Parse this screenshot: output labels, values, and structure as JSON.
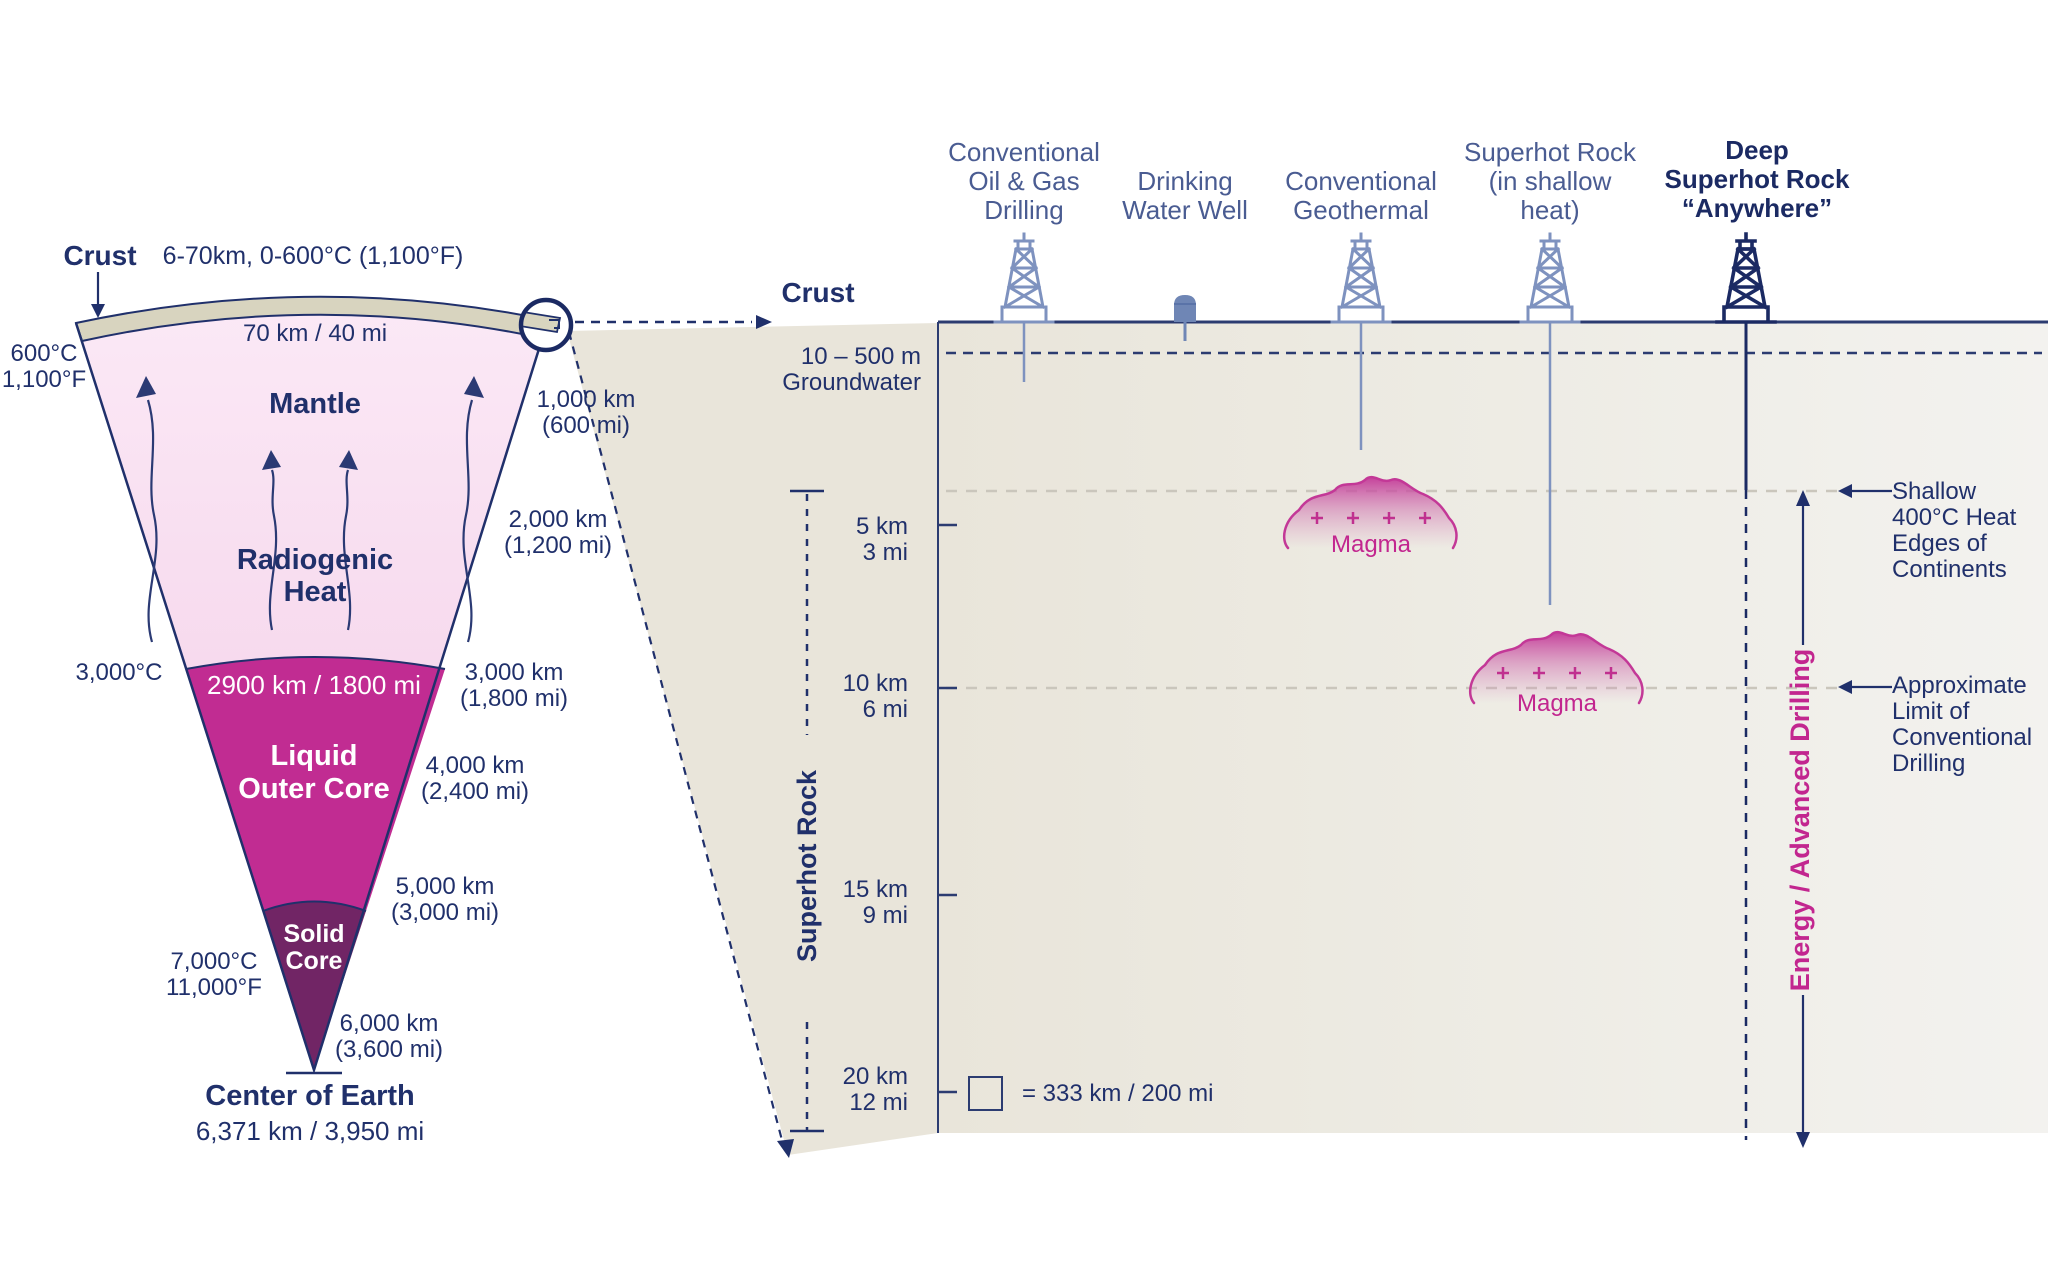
{
  "title": "Earth cross-section and superhot rock drilling depth diagram",
  "colors": {
    "navy": "#20306b",
    "navy_dark": "#1b2a63",
    "steel_blue": "#7e92bf",
    "water_well_blue": "#6f86b5",
    "header_blue": "#4a5c92",
    "pink_accent": "#c2268f",
    "magma_pink": "#c33897",
    "outer_core_magenta": "#c12c92",
    "solid_core_purple": "#712565",
    "mantle_pink": "#f6d9ee",
    "crust_band": "#d8d4bf",
    "ground_beige": "#e8e4d9",
    "gray_dash": "#cac6bc"
  },
  "wedge": {
    "crust_label": "Crust",
    "crust_annotation": "6-70km, 0-600°C (1,100°F)",
    "crust_thickness": "70 km / 40 mi",
    "mantle_label": "Mantle",
    "radiogenic_label": "Radiogenic\nHeat",
    "mantle_boundary": "2900 km / 1800 mi",
    "outer_core_label": "Liquid\nOuter Core",
    "solid_core_label": "Solid\nCore",
    "temp_top": "600°C\n1,100°F",
    "temp_mid": "3,000°C",
    "temp_bottom": "7,000°C\n11,000°F",
    "depths": [
      "1,000 km\n(600 mi)",
      "2,000 km\n(1,200 mi)",
      "3,000 km\n(1,800 mi)",
      "4,000 km\n(2,400 mi)",
      "5,000 km\n(3,000 mi)",
      "6,000 km\n(3,600 mi)"
    ],
    "center_label": "Center of Earth",
    "center_radius": "6,371 km / 3,950 mi"
  },
  "panel": {
    "crust_label": "Crust",
    "groundwater_label": "10 – 500 m\nGroundwater",
    "columns": [
      {
        "label": "Conventional\nOil & Gas\nDrilling"
      },
      {
        "label": "Drinking\nWater Well"
      },
      {
        "label": "Conventional\nGeothermal"
      },
      {
        "label": "Superhot Rock\n(in shallow\nheat)"
      },
      {
        "label": "Deep\nSuperhot Rock\n“Anywhere”"
      }
    ],
    "depth_ticks": [
      "5 km\n3 mi",
      "10 km\n6 mi",
      "15 km\n9 mi",
      "20 km\n12 mi"
    ],
    "superhot_axis_label": "Superhot Rock",
    "magma_labels": [
      "Magma",
      "Magma"
    ],
    "legend_label": "= 333 km / 200 mi",
    "annotation_shallow": "Shallow\n400°C Heat\nEdges of\nContinents",
    "annotation_limit": "Approximate\nLimit of\nConventional\nDrilling",
    "energy_label": "Energy / Advanced Drilling"
  }
}
